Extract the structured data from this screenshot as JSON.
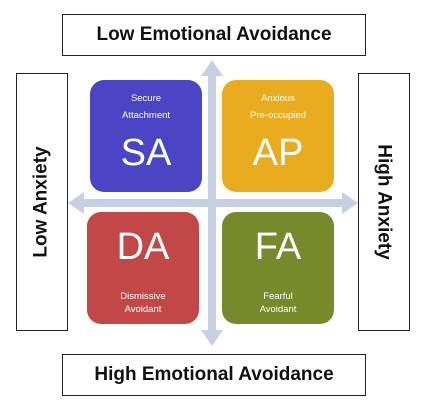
{
  "labels": {
    "top": "Low Emotional Avoidance",
    "bottom": "High Emotional Avoidance",
    "left": "Low Anxiety",
    "right": "High Anxiety"
  },
  "quadrants": {
    "sa": {
      "line1": "Secure",
      "line2": "Attachment",
      "abbr": "SA",
      "color": "#4a45c4"
    },
    "ap": {
      "line1": "Anxious",
      "line2": "Pre-occupied",
      "abbr": "AP",
      "color": "#e8ac1e"
    },
    "da": {
      "line1": "Dismissive",
      "line2": "Avoidant",
      "abbr": "DA",
      "color": "#c24848"
    },
    "fa": {
      "line1": "Fearful",
      "line2": "Avoidant",
      "abbr": "FA",
      "color": "#768a2c"
    }
  },
  "axis_color": "#c8cfe4"
}
